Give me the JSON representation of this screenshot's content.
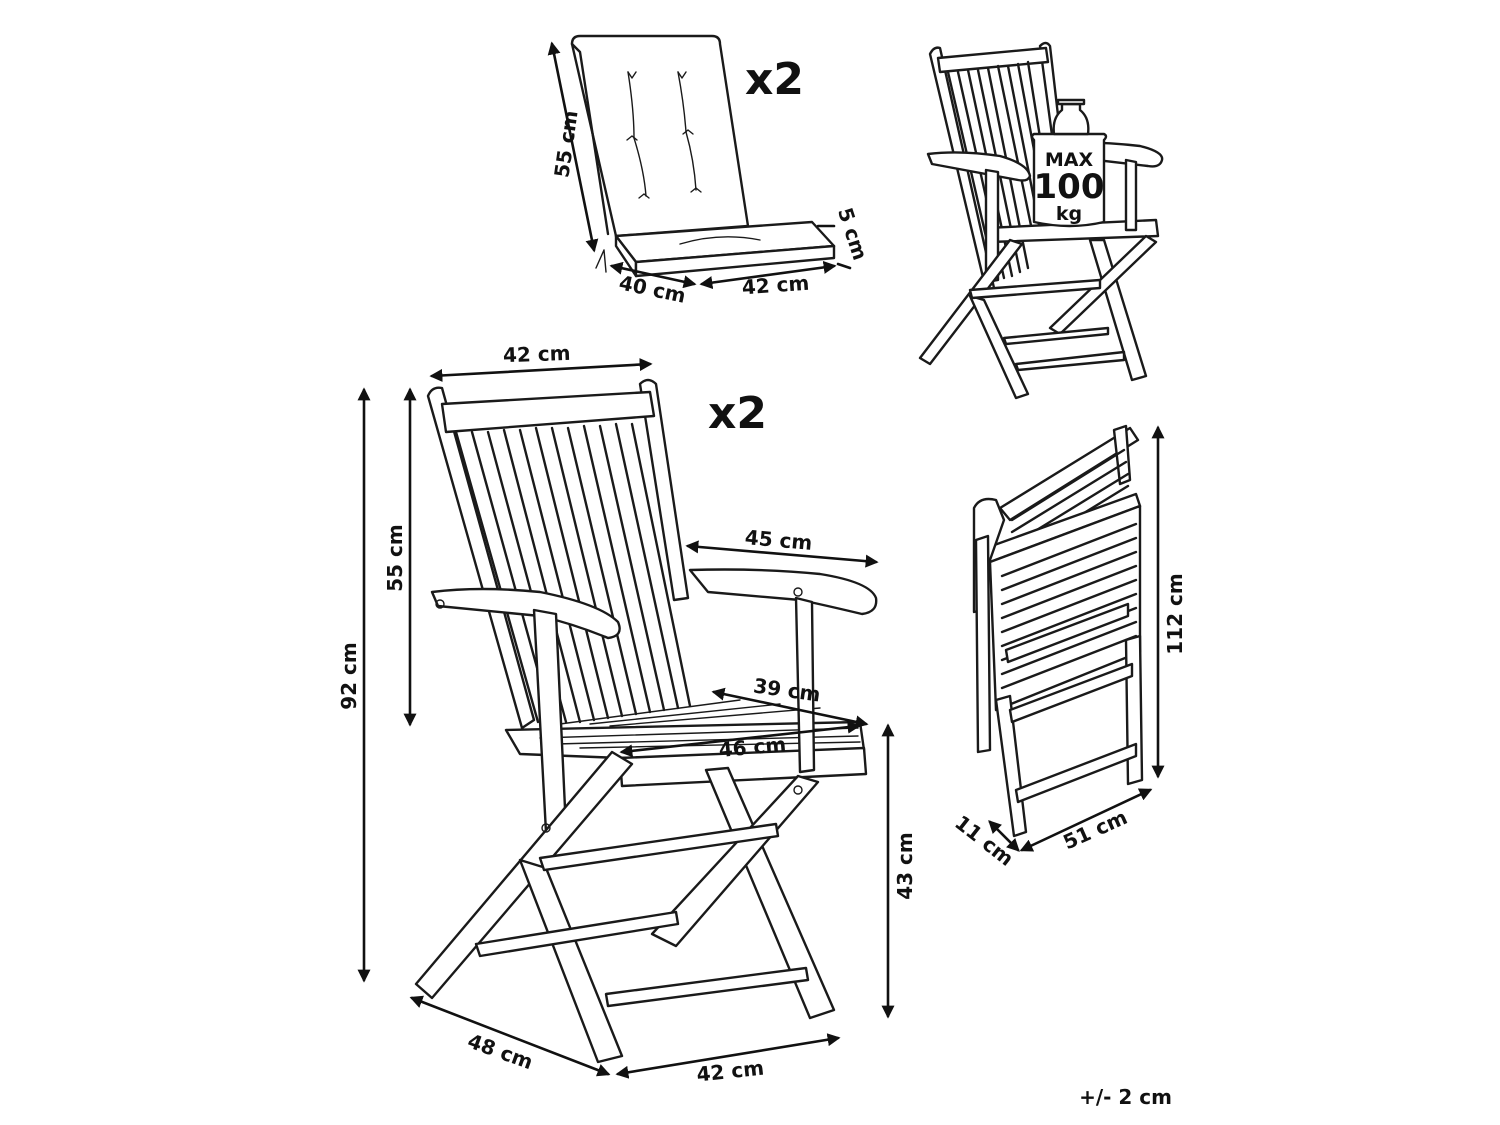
{
  "cushion": {
    "quantity": "x2",
    "height": "55 cm",
    "thickness": "5 cm",
    "depth": "40 cm",
    "width": "42 cm"
  },
  "chair": {
    "quantity": "x2",
    "backrest_width": "42 cm",
    "total_height": "92 cm",
    "backrest_height": "55 cm",
    "armrest_length": "45 cm",
    "seat_depth": "39 cm",
    "seat_width": "46 cm",
    "seat_height": "43 cm",
    "base_depth": "48 cm",
    "base_width": "42 cm"
  },
  "load": {
    "label": "MAX",
    "value": "100",
    "unit": "kg"
  },
  "folded": {
    "height": "112 cm",
    "thickness": "11 cm",
    "width": "51 cm"
  },
  "tolerance": "+/- 2 cm",
  "colors": {
    "line": "#1a1a1a",
    "background": "#ffffff"
  }
}
